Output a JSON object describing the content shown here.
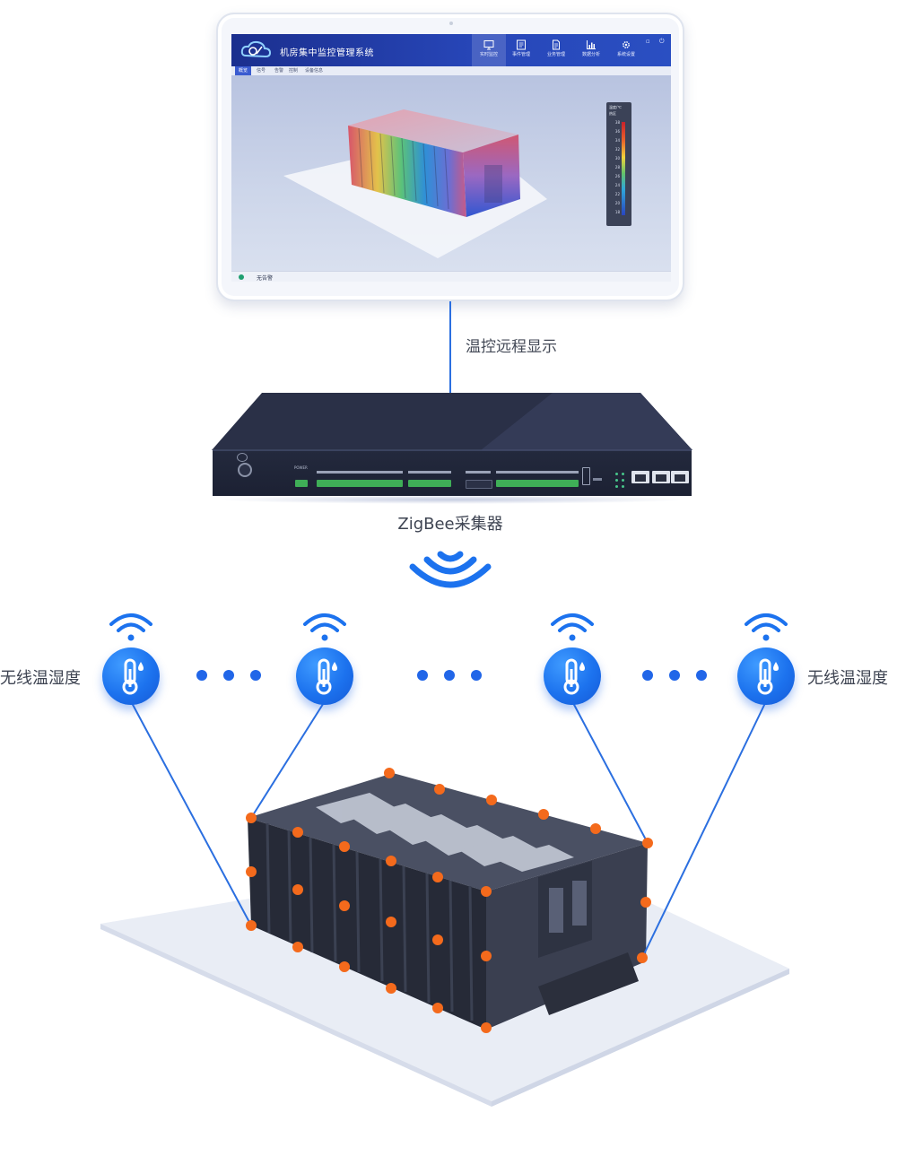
{
  "app": {
    "title": "机房集中监控管理系统",
    "nav": [
      {
        "label": "实时监控",
        "icon": "monitor-icon",
        "active": true
      },
      {
        "label": "事件管理",
        "icon": "event-list-icon",
        "active": false
      },
      {
        "label": "业务管理",
        "icon": "document-icon",
        "active": false
      },
      {
        "label": "数据分析",
        "icon": "bar-chart-icon",
        "active": false
      },
      {
        "label": "系统设置",
        "icon": "gear-icon",
        "active": false
      }
    ],
    "window_controls": [
      "minimize-icon",
      "power-icon"
    ],
    "subtabs": [
      {
        "label": "概览",
        "active": true
      },
      {
        "label": "信号",
        "active": false
      },
      {
        "label": "告警",
        "active": false
      },
      {
        "label": "控制",
        "active": false
      },
      {
        "label": "设备信息",
        "active": false
      }
    ],
    "legend": {
      "title": "温度/℃",
      "subtitle": "热区",
      "ticks": [
        "38",
        "36",
        "34",
        "32",
        "30",
        "28",
        "26",
        "24",
        "22",
        "20",
        "18"
      ]
    },
    "status": {
      "text": "无告警"
    }
  },
  "captions": {
    "remote_display": "温控远程显示",
    "collector": "ZigBee采集器",
    "sensor_left": "无线温湿度",
    "sensor_right": "无线温湿度"
  },
  "collector": {
    "power_label": "POWER"
  },
  "colors": {
    "accent_blue": "#1c72ee",
    "line_blue": "#2b6fe0",
    "sensor_point_orange": "#f46a1c",
    "collector_body": "#23293d"
  }
}
